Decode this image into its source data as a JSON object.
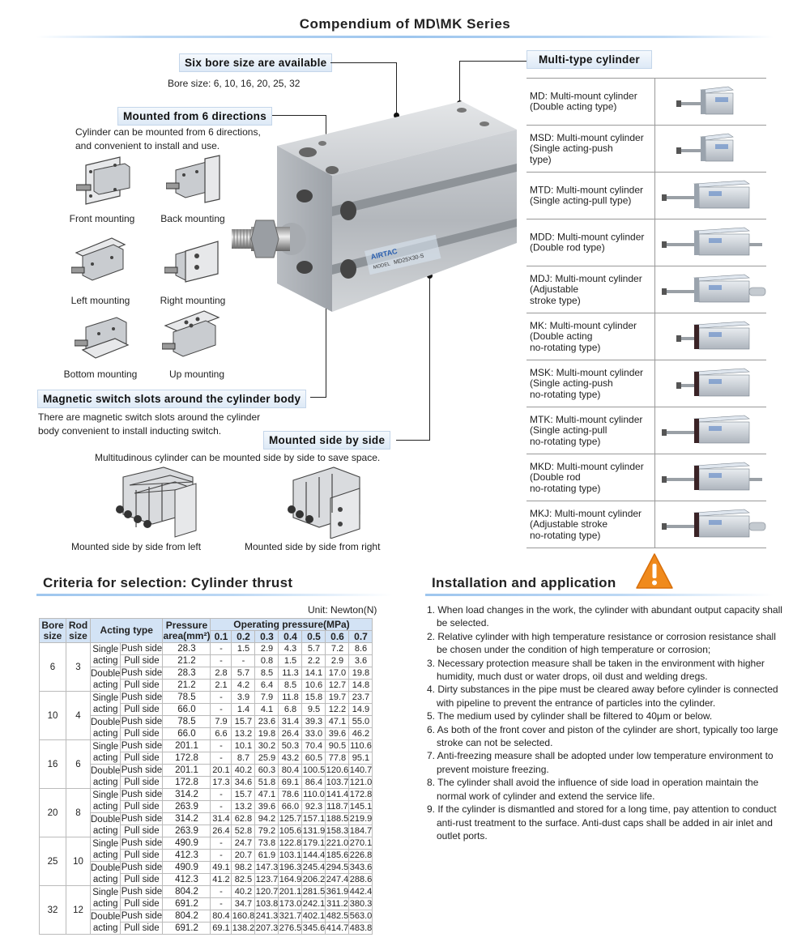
{
  "page_title": "Compendium of MD\\MK Series",
  "features": {
    "bore": {
      "title": "Six bore size are available",
      "desc": "Bore size: 6, 10, 16, 20, 25, 32"
    },
    "directions": {
      "title": "Mounted from 6 directions",
      "desc_1": "Cylinder can be mounted from 6 directions,",
      "desc_2": "and convenient to install and use."
    },
    "mounting_labels": [
      "Front mounting",
      "Back mounting",
      "Left mounting",
      "Right mounting",
      "Bottom mounting",
      "Up mounting"
    ],
    "magnetic": {
      "title": "Magnetic switch slots around the cylinder body",
      "desc_1": "There are magnetic switch slots around the cylinder",
      "desc_2": "body convenient to install inducting switch."
    },
    "side": {
      "title": "Mounted side by side",
      "desc": "Multitudinous cylinder can be mounted side by side to save space.",
      "left_label": "Mounted side by side from left",
      "right_label": "Mounted side by side from right"
    },
    "product": {
      "brand": "AIRTAC",
      "model": "MD25X30-S",
      "model_prefix": "MODEL"
    }
  },
  "multitype": {
    "title": "Multi-type cylinder",
    "items": [
      {
        "text": "MD: Multi-mount cylinder\n      (Double acting type)"
      },
      {
        "text": "MSD: Multi-mount cylinder\n   (Single acting-push\ntype)"
      },
      {
        "text": "MTD: Multi-mount cylinder\n  (Single acting-pull type)"
      },
      {
        "text": "MDD: Multi-mount cylinder\n      (Double rod type)"
      },
      {
        "text": "MDJ: Multi-mount cylinder\n         (Adjustable\n          stroke type)"
      },
      {
        "text": "MK: Multi-mount cylinder\n      (Double acting\n        no-rotating type)"
      },
      {
        "text": "MSK: Multi-mount cylinder\n     (Single acting-push\n       no-rotating type)"
      },
      {
        "text": "MTK: Multi-mount cylinder\n     (Single acting-pull\n       no-rotating type)"
      },
      {
        "text": "MKD: Multi-mount cylinder\n     (Double rod\n       no-rotating type)"
      },
      {
        "text": "MKJ: Multi-mount cylinder\n     (Adjustable stroke\n       no-rotating type)"
      }
    ]
  },
  "criteria": {
    "title": "Criteria for selection: Cylinder thrust",
    "unit": "Unit: Newton(N)",
    "headers": {
      "bore": "Bore size",
      "rod": "Rod size",
      "acting": "Acting type",
      "area": "Pressure area(mm²)",
      "op": "Operating pressure(MPa)"
    },
    "pressures": [
      "0.1",
      "0.2",
      "0.3",
      "0.4",
      "0.5",
      "0.6",
      "0.7"
    ],
    "single_label": "Single acting",
    "double_label": "Double acting",
    "push": "Push side",
    "pull": "Pull side",
    "rows": [
      {
        "bore": "6",
        "rod": "3",
        "single": {
          "push": [
            "28.3",
            "-",
            "1.5",
            "2.9",
            "4.3",
            "5.7",
            "7.2",
            "8.6"
          ],
          "pull": [
            "21.2",
            "-",
            "-",
            "0.8",
            "1.5",
            "2.2",
            "2.9",
            "3.6"
          ]
        },
        "double": {
          "push": [
            "28.3",
            "2.8",
            "5.7",
            "8.5",
            "11.3",
            "14.1",
            "17.0",
            "19.8"
          ],
          "pull": [
            "21.2",
            "2.1",
            "4.2",
            "6.4",
            "8.5",
            "10.6",
            "12.7",
            "14.8"
          ]
        }
      },
      {
        "bore": "10",
        "rod": "4",
        "single": {
          "push": [
            "78.5",
            "-",
            "3.9",
            "7.9",
            "11.8",
            "15.8",
            "19.7",
            "23.7"
          ],
          "pull": [
            "66.0",
            "-",
            "1.4",
            "4.1",
            "6.8",
            "9.5",
            "12.2",
            "14.9"
          ]
        },
        "double": {
          "push": [
            "78.5",
            "7.9",
            "15.7",
            "23.6",
            "31.4",
            "39.3",
            "47.1",
            "55.0"
          ],
          "pull": [
            "66.0",
            "6.6",
            "13.2",
            "19.8",
            "26.4",
            "33.0",
            "39.6",
            "46.2"
          ]
        }
      },
      {
        "bore": "16",
        "rod": "6",
        "single": {
          "push": [
            "201.1",
            "-",
            "10.1",
            "30.2",
            "50.3",
            "70.4",
            "90.5",
            "110.6"
          ],
          "pull": [
            "172.8",
            "-",
            "8.7",
            "25.9",
            "43.2",
            "60.5",
            "77.8",
            "95.1"
          ]
        },
        "double": {
          "push": [
            "201.1",
            "20.1",
            "40.2",
            "60.3",
            "80.4",
            "100.5",
            "120.6",
            "140.7"
          ],
          "pull": [
            "172.8",
            "17.3",
            "34.6",
            "51.8",
            "69.1",
            "86.4",
            "103.7",
            "121.0"
          ]
        }
      },
      {
        "bore": "20",
        "rod": "8",
        "single": {
          "push": [
            "314.2",
            "-",
            "15.7",
            "47.1",
            "78.6",
            "110.0",
            "141.4",
            "172.8"
          ],
          "pull": [
            "263.9",
            "-",
            "13.2",
            "39.6",
            "66.0",
            "92.3",
            "118.7",
            "145.1"
          ]
        },
        "double": {
          "push": [
            "314.2",
            "31.4",
            "62.8",
            "94.2",
            "125.7",
            "157.1",
            "188.5",
            "219.9"
          ],
          "pull": [
            "263.9",
            "26.4",
            "52.8",
            "79.2",
            "105.6",
            "131.9",
            "158.3",
            "184.7"
          ]
        }
      },
      {
        "bore": "25",
        "rod": "10",
        "single": {
          "push": [
            "490.9",
            "-",
            "24.7",
            "73.8",
            "122.8",
            "179.1",
            "221.0",
            "270.1"
          ],
          "pull": [
            "412.3",
            "-",
            "20.7",
            "61.9",
            "103.1",
            "144.4",
            "185.6",
            "226.8"
          ]
        },
        "double": {
          "push": [
            "490.9",
            "49.1",
            "98.2",
            "147.3",
            "196.3",
            "245.4",
            "294.5",
            "343.6"
          ],
          "pull": [
            "412.3",
            "41.2",
            "82.5",
            "123.7",
            "164.9",
            "206.2",
            "247.4",
            "288.6"
          ]
        }
      },
      {
        "bore": "32",
        "rod": "12",
        "single": {
          "push": [
            "804.2",
            "-",
            "40.2",
            "120.7",
            "201.1",
            "281.5",
            "361.9",
            "442.4"
          ],
          "pull": [
            "691.2",
            "-",
            "34.7",
            "103.8",
            "173.0",
            "242.1",
            "311.2",
            "380.3"
          ]
        },
        "double": {
          "push": [
            "804.2",
            "80.4",
            "160.8",
            "241.3",
            "321.7",
            "402.1",
            "482.5",
            "563.0"
          ],
          "pull": [
            "691.2",
            "69.1",
            "138.2",
            "207.3",
            "276.5",
            "345.6",
            "414.7",
            "483.8"
          ]
        }
      }
    ]
  },
  "installation": {
    "title": "Installation and application",
    "items": [
      "1. When load changes in the work, the cylinder with abundant output capacity shall be selected.",
      "2. Relative cylinder with high temperature resistance or corrosion resistance shall be chosen under the condition of high temperature or corrosion;",
      "3. Necessary protection measure shall be taken in the environment with higher humidity, much dust or water drops, oil dust and welding dregs.",
      "4. Dirty substances in the pipe must be cleared away before cylinder is connected with pipeline to prevent the entrance of particles into the cylinder.",
      "5. The medium used by cylinder shall be filtered to 40μm or below.",
      "6. As both of the front cover and piston of the cylinder are short, typically too large stroke can not be selected.",
      "7. Anti-freezing measure shall be adopted under low temperature environment to prevent moisture freezing.",
      "8. The cylinder shall avoid the influence of side load in operation maintain the normal work of cylinder and extend the service life.",
      "9. If the cylinder is dismantled and stored for a long time, pay attention to conduct anti-rust treatment to the surface. Anti-dust caps shall be added in air inlet and outlet ports."
    ]
  },
  "colors": {
    "accent": "#9ec6ee",
    "callout_bg": "#dde9f6",
    "table_header": "#d3e3f5",
    "warning": "#f08a1c"
  },
  "icons": {
    "warning": "warning-triangle-icon"
  }
}
